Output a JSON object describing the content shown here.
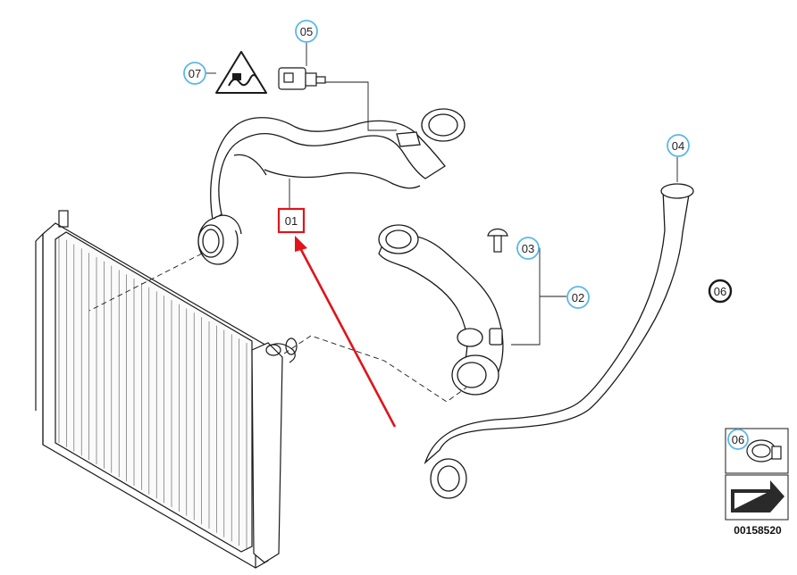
{
  "callouts": {
    "c01": "01",
    "c02": "02",
    "c03": "03",
    "c04": "04",
    "c05": "05",
    "c06a": "06",
    "c06b": "06",
    "c07": "07"
  },
  "diagram_id": "00158520",
  "colors": {
    "callout_ring": "#5bb8e6",
    "highlight": "#e0141a",
    "line": "#1a1a1a"
  },
  "icons": {
    "warning": "hot-coolant-warning-icon",
    "arrow": "direction-arrow-icon"
  }
}
